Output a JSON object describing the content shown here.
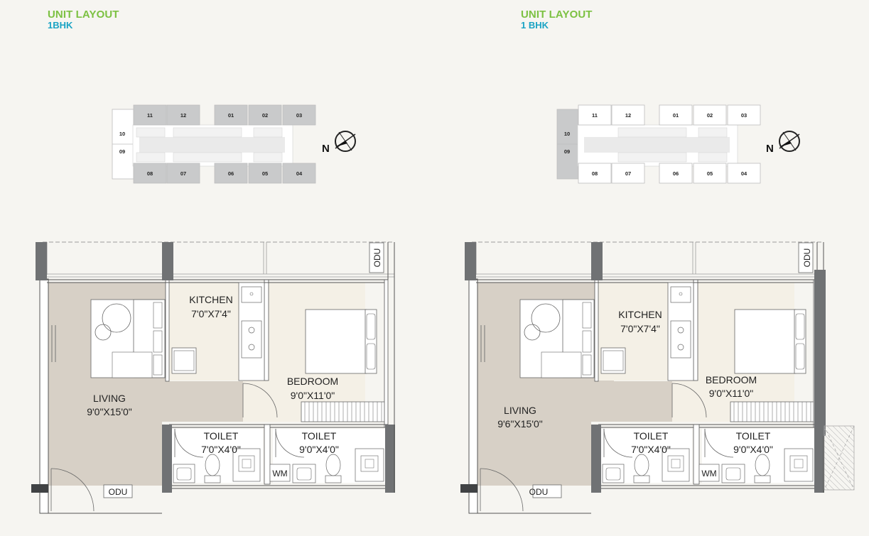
{
  "layouts": [
    {
      "title": "UNIT LAYOUT",
      "subtitle": "1BHK",
      "units_top": [
        "11",
        "12",
        "01",
        "02",
        "03"
      ],
      "units_bottom": [
        "08",
        "07",
        "06",
        "05",
        "04"
      ],
      "units_left": [
        "10",
        "09"
      ],
      "north_label": "N",
      "rooms": {
        "kitchen_name": "KITCHEN",
        "kitchen_size": "7'0\"X7'4\"",
        "bedroom_name": "BEDROOM",
        "bedroom_size": "9'0\"X11'0\"",
        "living_name": "LIVING",
        "living_size": "9'0\"X15'0\"",
        "toilet1_name": "TOILET",
        "toilet1_size": "7'0\"X4'0\"",
        "toilet2_name": "TOILET",
        "toilet2_size": "9'0\"X4'0\"",
        "wm": "WM",
        "odu_top": "ODU",
        "odu_bottom": "ODU"
      }
    },
    {
      "title": "UNIT LAYOUT",
      "subtitle": "1 BHK",
      "units_top": [
        "11",
        "12",
        "01",
        "02",
        "03"
      ],
      "units_bottom": [
        "08",
        "07",
        "06",
        "05",
        "04"
      ],
      "units_left": [
        "10",
        "09"
      ],
      "north_label": "N",
      "rooms": {
        "kitchen_name": "KITCHEN",
        "kitchen_size": "7'0\"X7'4\"",
        "bedroom_name": "BEDROOM",
        "bedroom_size": "9'0\"X11'0\"",
        "living_name": "LIVING",
        "living_size": "9'6\"X15'0\"",
        "toilet1_name": "TOILET",
        "toilet1_size": "7'0\"X4'0\"",
        "toilet2_name": "TOILET",
        "toilet2_size": "9'0\"X4'0\"",
        "wm": "WM",
        "odu_top": "ODU",
        "odu_bottom": "ODU"
      }
    }
  ],
  "colors": {
    "title_green": "#7cc142",
    "subtitle_blue": "#1aa3c4",
    "highlight_unit": "#c9cacb",
    "column_dark": "#707274",
    "living_fill": "#d7d0c6",
    "bedroom_fill": "#f4f0e6"
  }
}
